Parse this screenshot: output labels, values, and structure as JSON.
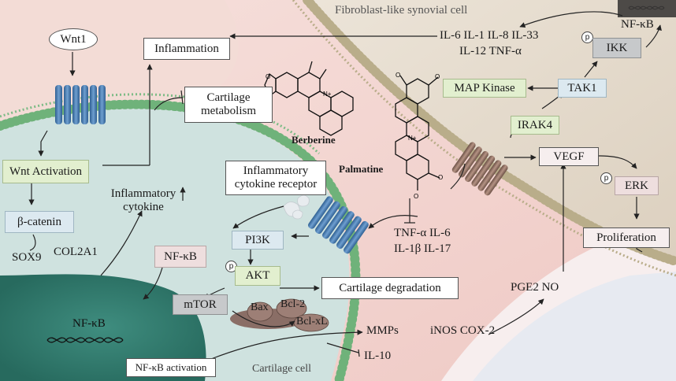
{
  "cells": {
    "fibroblast_label": "Fibroblast-like synovial cell",
    "cartilage_label": "Cartilage cell"
  },
  "compounds": {
    "berberine": "Berberine",
    "palmatine": "Palmatine"
  },
  "nodes": {
    "wnt1": "Wnt1",
    "wnt_activation": "Wnt Activation",
    "beta_catenin": "β-catenin",
    "sox9": "SOX9",
    "col2a1": "COL2A1",
    "inflammation": "Inflammation",
    "cartilage_metabolism": "Cartilage metabolism",
    "inflammatory_cytokine": "Inflammatory cytokine",
    "inflammatory_cytokine_receptor": "Inflammatory cytokine receptor",
    "pi3k": "PI3K",
    "akt": "AKT",
    "nfkb_cytoplasm": "NF-κB",
    "nfkb_nucleus": "NF-κB",
    "mtor": "mTOR",
    "bax": "Bax",
    "bcl2": "Bcl-2",
    "bclxl": "Bcl-xL",
    "cartilage_degradation": "Cartilage degradation",
    "nfkb_activation": "NF-κB activation",
    "mmps": "MMPs",
    "il10": "IL-10",
    "inos_cox2": "iNOS COX-2",
    "pge2_no": "PGE2 NO",
    "cytokines_center_line1": "TNF-α IL-6",
    "cytokines_center_line2": "IL-1β IL-17",
    "cytokines_top_line1": "IL-6 IL-1 IL-8 IL-33",
    "cytokines_top_line2": "IL-12 TNF-α",
    "nfkb_synovial": "NF-κB",
    "ikk": "IKK",
    "tak1": "TAK1",
    "map_kinase": "MAP Kinase",
    "irak4": "IRAK4",
    "vegf": "VEGF",
    "erk": "ERK",
    "proliferation": "Proliferation",
    "phospho": "p"
  },
  "colors": {
    "receptor_blue": "#3f6fa3",
    "receptor_brown": "#8a6a5c",
    "membrane_green": "#6fb27a",
    "membrane_tan": "#b8ac86",
    "nucleus_teal": "#2f7a6c",
    "cartilage_bg": "#cfe2e0",
    "synovial_bg": "#e6ddd0",
    "tissue_pink": "#f2d3cf"
  }
}
